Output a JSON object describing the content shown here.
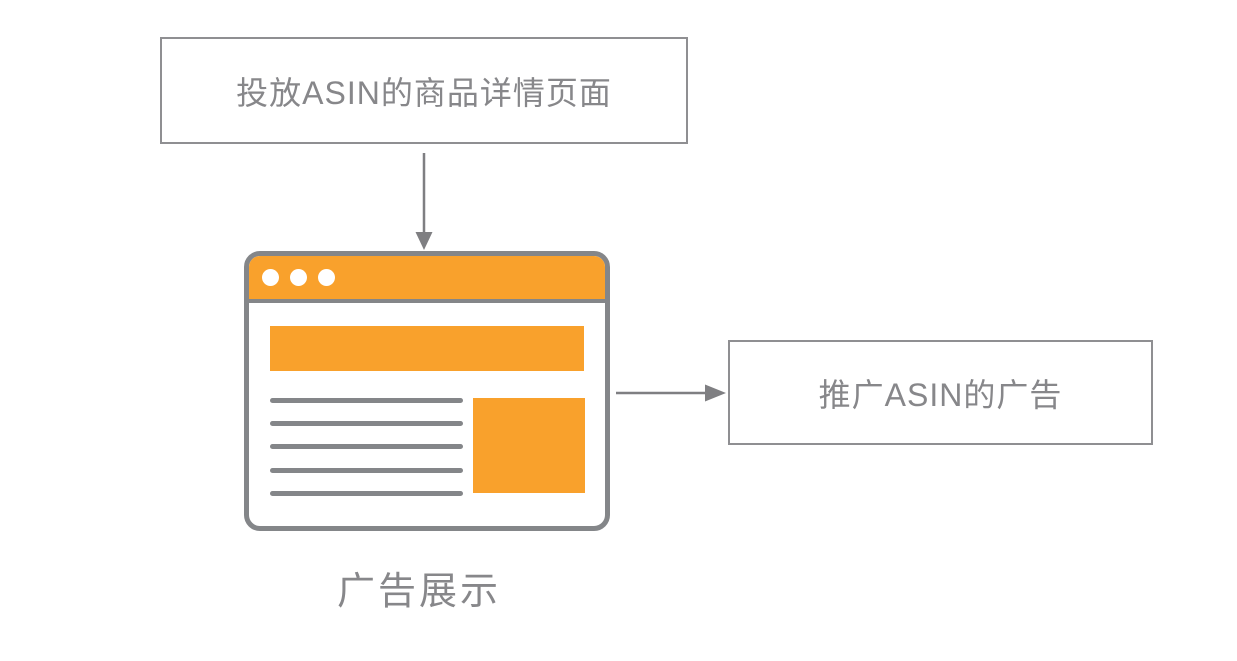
{
  "diagram": {
    "source_box": {
      "label": "投放ASIN的商品详情页面"
    },
    "target_box": {
      "label": "推广ASIN的广告"
    },
    "browser_icon": {
      "caption": "广告展示",
      "dots_count": 3,
      "text_lines_count": 5
    },
    "arrows": [
      {
        "from": "source-box",
        "to": "browser-window-icon",
        "direction": "down"
      },
      {
        "from": "browser-window-icon",
        "to": "target-box",
        "direction": "right"
      }
    ]
  },
  "colors": {
    "orange": "#F9A12C",
    "icon_gray": "#848689",
    "box_border_gray": "#8F8F92",
    "text_gray": "#87878A",
    "arrow_gray": "#7F7F82",
    "background": "#FFFFFF"
  }
}
